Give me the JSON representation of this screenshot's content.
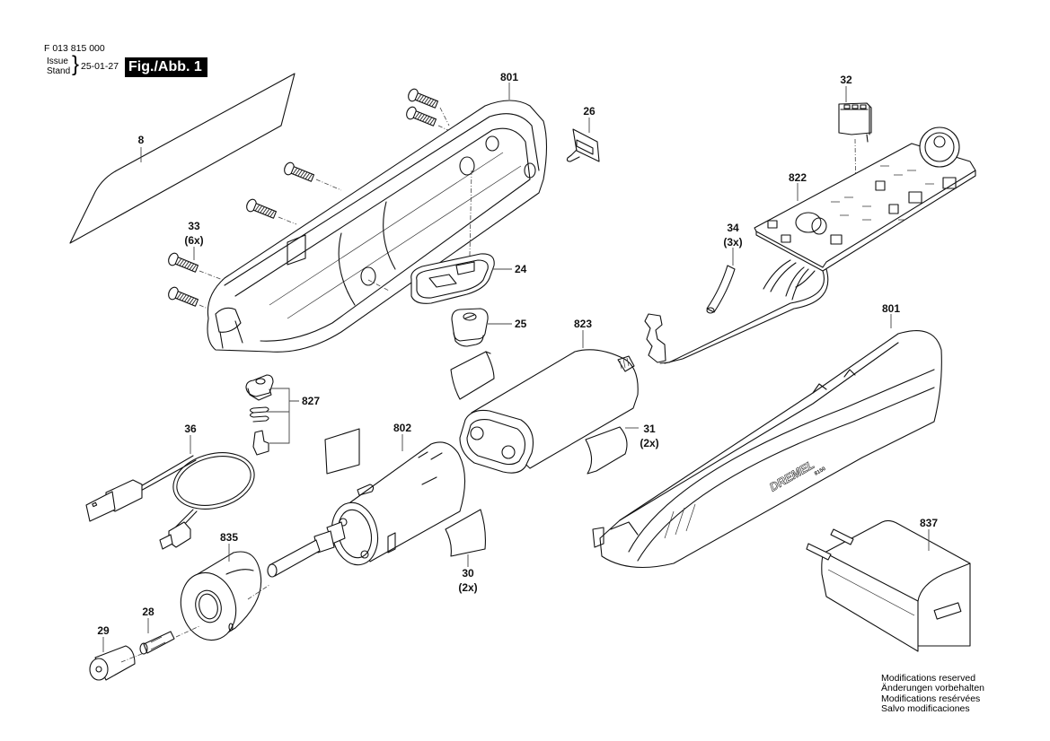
{
  "header": {
    "part_number": "F 013 815 000",
    "issue_label_1": "Issue",
    "issue_label_2": "Stand",
    "date": "25-01-27",
    "figure": "Fig./Abb. 1"
  },
  "notice": {
    "lines": [
      "Modifications reserved",
      "Änderungen vorbehalten",
      "Modifications resérvées",
      "Salvo modificaciones"
    ]
  },
  "callouts": {
    "p8": {
      "num": "8",
      "qty": ""
    },
    "p801_top": {
      "num": "801",
      "qty": ""
    },
    "p26": {
      "num": "26",
      "qty": ""
    },
    "p32": {
      "num": "32",
      "qty": ""
    },
    "p822": {
      "num": "822",
      "qty": ""
    },
    "p33": {
      "num": "33",
      "qty": "(6x)"
    },
    "p34": {
      "num": "34",
      "qty": "(3x)"
    },
    "p24": {
      "num": "24",
      "qty": ""
    },
    "p25": {
      "num": "25",
      "qty": ""
    },
    "p823": {
      "num": "823",
      "qty": ""
    },
    "p801_right": {
      "num": "801",
      "qty": ""
    },
    "p827": {
      "num": "827",
      "qty": ""
    },
    "p36": {
      "num": "36",
      "qty": ""
    },
    "p802": {
      "num": "802",
      "qty": ""
    },
    "p31": {
      "num": "31",
      "qty": "(2x)"
    },
    "p835": {
      "num": "835",
      "qty": ""
    },
    "p837": {
      "num": "837",
      "qty": ""
    },
    "p28": {
      "num": "28",
      "qty": ""
    },
    "p29": {
      "num": "29",
      "qty": ""
    },
    "p30": {
      "num": "30",
      "qty": "(2x)"
    }
  },
  "housing_branding": {
    "brand": "DREMEL",
    "model": "8150"
  }
}
